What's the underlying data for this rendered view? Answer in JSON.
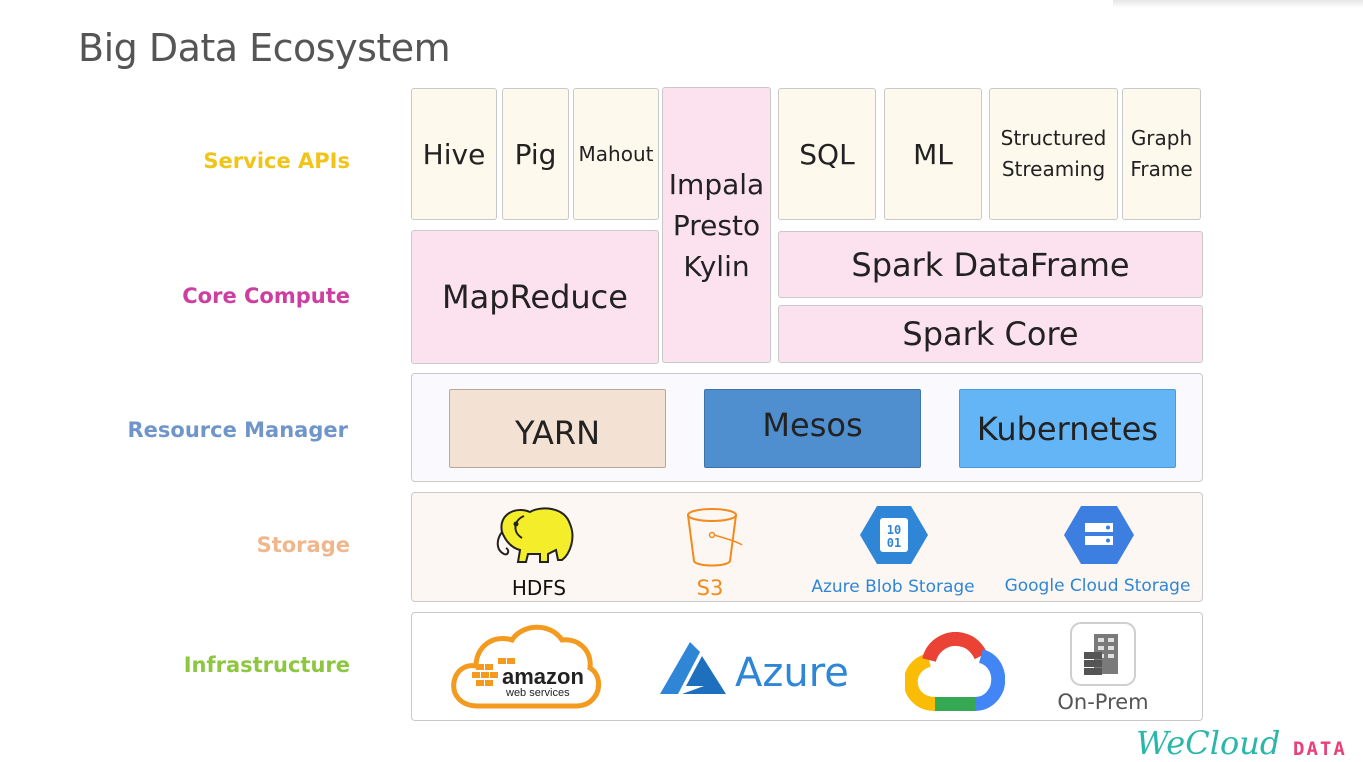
{
  "title": "Big Data Ecosystem",
  "layers": {
    "service_apis": "Service APIs",
    "core_compute": "Core Compute",
    "resource_manager": "Resource Manager",
    "storage": "Storage",
    "infrastructure": "Infrastructure"
  },
  "service_apis": {
    "hive": "Hive",
    "pig": "Pig",
    "mahout": "Mahout",
    "sql": "SQL",
    "ml": "ML",
    "structured_streaming_1": "Structured",
    "structured_streaming_2": "Streaming",
    "graph_frame_1": "Graph",
    "graph_frame_2": "Frame"
  },
  "sql_engines": {
    "line1": "Impala",
    "line2": "Presto",
    "line3": "Kylin"
  },
  "core_compute": {
    "mapreduce": "MapReduce",
    "spark_dataframe": "Spark DataFrame",
    "spark_core": "Spark Core"
  },
  "resource_manager": {
    "yarn": "YARN",
    "mesos": "Mesos",
    "kubernetes": "Kubernetes"
  },
  "storage": {
    "hdfs": "HDFS",
    "s3": "S3",
    "azure_blob": "Azure Blob Storage",
    "gcs": "Google Cloud Storage",
    "azure_blob_icon_text_1": "10",
    "azure_blob_icon_text_2": "01"
  },
  "infrastructure": {
    "aws_1": "amazon",
    "aws_2": "web services",
    "azure": "Azure",
    "on_prem": "On-Prem"
  },
  "brand": {
    "we": "WeCloud",
    "data": "DATA"
  },
  "colors": {
    "service_apis": "#f0c419",
    "core_compute": "#cc3fa0",
    "resource_manager": "#6f95c9",
    "storage": "#f0b78c",
    "infrastructure": "#8dc63f",
    "yarn": "#f3e1d4",
    "mesos": "#4f8fcf",
    "kubernetes": "#64b5f6",
    "s3": "#f28a1c",
    "azure_blue": "#2f86d6",
    "gcs_blue": "#2f86d6",
    "brand_teal": "#2ab7a9"
  }
}
